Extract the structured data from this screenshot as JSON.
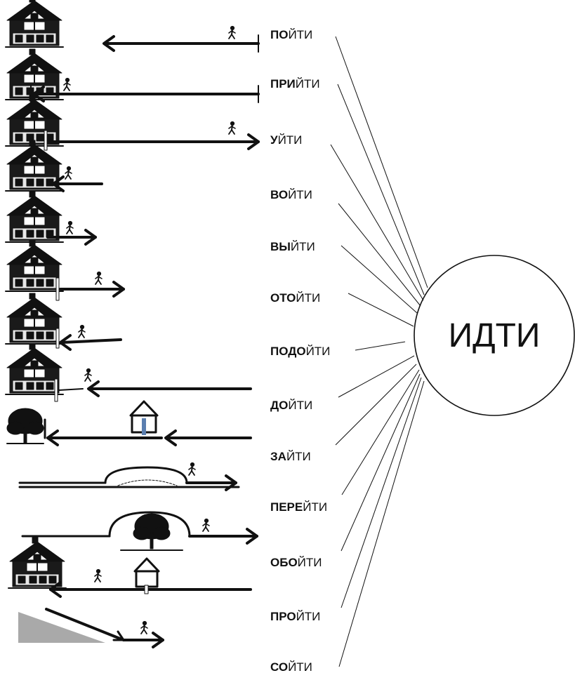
{
  "center": {
    "word": "ИДТИ"
  },
  "verbs": [
    {
      "prefix": "ПО",
      "root": "ЙТИ"
    },
    {
      "prefix": "ПРИ",
      "root": "ЙТИ"
    },
    {
      "prefix": "У",
      "root": "ЙТИ"
    },
    {
      "prefix": "ВО",
      "root": "ЙТИ"
    },
    {
      "prefix": "ВЫ",
      "root": "ЙТИ"
    },
    {
      "prefix": "ОТО",
      "root": "ЙТИ"
    },
    {
      "prefix": "ПОДО",
      "root": "ЙТИ"
    },
    {
      "prefix": "ДО",
      "root": "ЙТИ"
    },
    {
      "prefix": "ЗА",
      "root": "ЙТИ"
    },
    {
      "prefix": "ПЕРЕ",
      "root": "ЙТИ"
    },
    {
      "prefix": "ОБО",
      "root": "ЙТИ"
    },
    {
      "prefix": "ПРО",
      "root": "ЙТИ"
    },
    {
      "prefix": "СО",
      "root": "ЙТИ"
    }
  ]
}
